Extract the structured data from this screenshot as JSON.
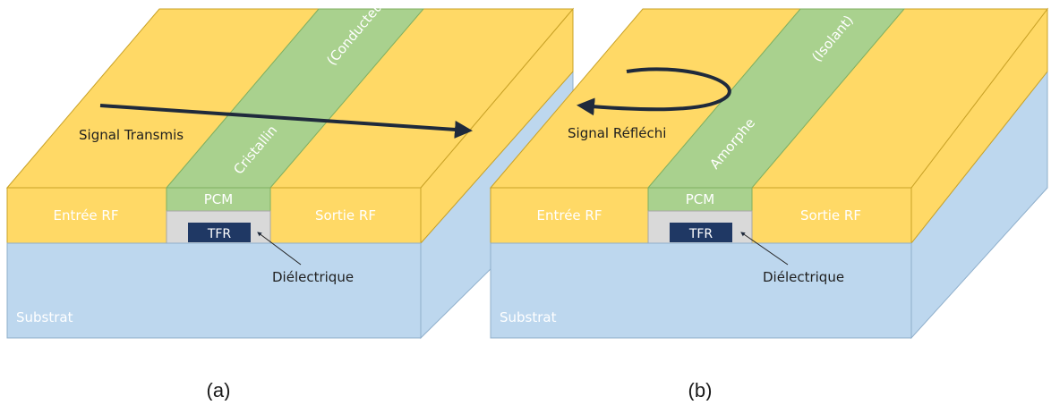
{
  "colors": {
    "metal": "#FFD966",
    "metal_edge": "#C9A227",
    "substrate": "#BDD7EE",
    "substrate_edge": "#8FAFCB",
    "pcm": "#A9D18E",
    "dielectric": "#D9D9D9",
    "tfr": "#1F3864",
    "arrow": "#1F2A3C"
  },
  "panels": [
    {
      "caption": "(a)",
      "pcm_label": "PCM",
      "tfr_label": "TFR",
      "dielectric_label": "Diélectrique",
      "input_label": "Entrée RF",
      "output_label": "Sortie RF",
      "substrate_label": "Substrat",
      "signal_label": "Signal Transmis",
      "band_state": "Cristallin",
      "band_property": "(Conducteur)"
    },
    {
      "caption": "(b)",
      "pcm_label": "PCM",
      "tfr_label": "TFR",
      "dielectric_label": "Diélectrique",
      "input_label": "Entrée RF",
      "output_label": "Sortie RF",
      "substrate_label": "Substrat",
      "signal_label": "Signal Réfléchi",
      "band_state": "Amorphe",
      "band_property": "(Isolant)"
    }
  ]
}
